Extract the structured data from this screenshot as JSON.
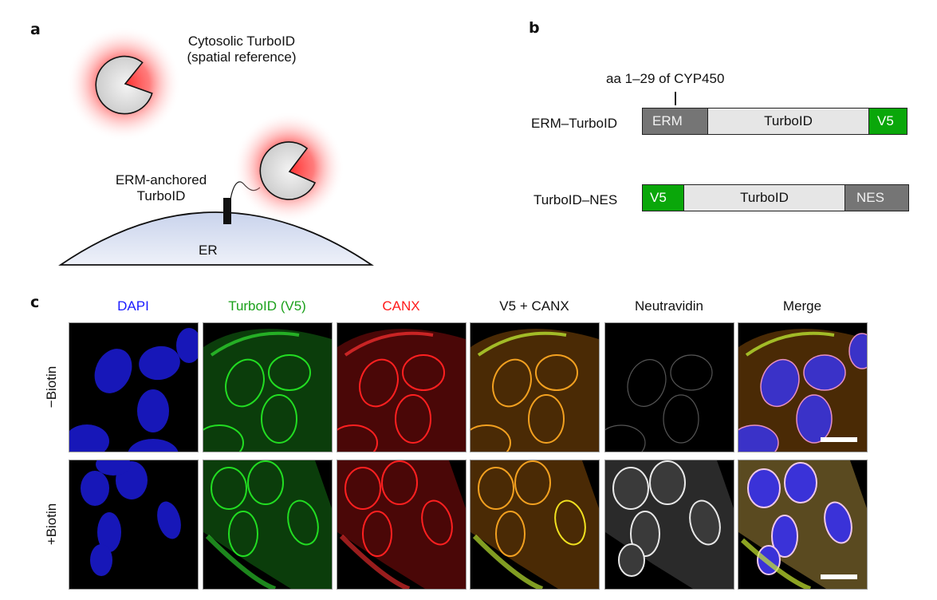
{
  "panel_a": {
    "letter": "a",
    "cytosolic_label_line1": "Cytosolic TurboID",
    "cytosolic_label_line2": "(spatial reference)",
    "anchored_label_line1": "ERM-anchored",
    "anchored_label_line2": "TurboID",
    "er_label": "ER",
    "colors": {
      "glow": "#ff3b3b",
      "enzyme_fill": "#dedede",
      "er_fill": "#d6deef"
    }
  },
  "panel_b": {
    "letter": "b",
    "annotation": "aa 1–29 of CYP450",
    "constructs": [
      {
        "name": "ERM–TurboID",
        "segments": [
          {
            "label": "ERM",
            "color": "#757575"
          },
          {
            "label": "TurboID",
            "color": "#e6e6e6"
          },
          {
            "label": "V5",
            "color": "#0aa70a"
          }
        ]
      },
      {
        "name": "TurboID–NES",
        "segments": [
          {
            "label": "V5",
            "color": "#0aa70a"
          },
          {
            "label": "TurboID",
            "color": "#e6e6e6"
          },
          {
            "label": "NES",
            "color": "#757575"
          }
        ]
      }
    ]
  },
  "panel_c": {
    "letter": "c",
    "columns": [
      {
        "label": "DAPI",
        "color": "#1a1aff"
      },
      {
        "label": "TurboID (V5)",
        "color": "#1aa01a"
      },
      {
        "label": "CANX",
        "color": "#ff1a1a"
      },
      {
        "label": "V5 + CANX",
        "color": "#111111"
      },
      {
        "label": "Neutravidin",
        "color": "#111111"
      },
      {
        "label": "Merge",
        "color": "#111111"
      }
    ],
    "rows": [
      {
        "label": "−Biotin"
      },
      {
        "label": "+Biotin"
      }
    ],
    "scale_bar": "white bar on Merge panels"
  }
}
